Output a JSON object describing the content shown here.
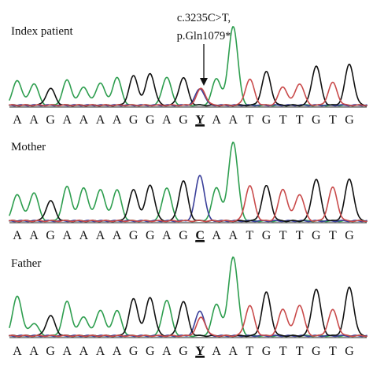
{
  "colors": {
    "A": "#2e9e4f",
    "C": "#3a3f9a",
    "G": "#111111",
    "T": "#c94b4b"
  },
  "annotation": {
    "line1": "c.3235C>T,",
    "line2": "p.Gln1079*"
  },
  "panels": [
    {
      "name": "index",
      "label": "Index patient",
      "bases": [
        "A",
        "A",
        "G",
        "A",
        "A",
        "A",
        "A",
        "G",
        "G",
        "A",
        "G",
        "Y",
        "A",
        "A",
        "T",
        "G",
        "T",
        "T",
        "G",
        "T",
        "G"
      ],
      "variant_index": 11,
      "heights": [
        0.3,
        0.26,
        0.2,
        0.3,
        0.22,
        0.27,
        0.33,
        0.35,
        0.38,
        0.34,
        0.33,
        0.2,
        0.32,
        0.95,
        0.31,
        0.4,
        0.22,
        0.26,
        0.47,
        0.27,
        0.49
      ],
      "het_second": "T",
      "het_height": 0.2
    },
    {
      "name": "mother",
      "label": "Mother",
      "bases": [
        "A",
        "A",
        "G",
        "A",
        "A",
        "A",
        "A",
        "G",
        "G",
        "A",
        "G",
        "C",
        "A",
        "A",
        "T",
        "G",
        "T",
        "T",
        "G",
        "T",
        "G"
      ],
      "variant_index": 11,
      "heights": [
        0.32,
        0.34,
        0.24,
        0.41,
        0.4,
        0.38,
        0.37,
        0.37,
        0.43,
        0.4,
        0.48,
        0.55,
        0.4,
        0.95,
        0.42,
        0.42,
        0.38,
        0.32,
        0.5,
        0.4,
        0.5
      ]
    },
    {
      "name": "father",
      "label": "Father",
      "bases": [
        "A",
        "A",
        "G",
        "A",
        "A",
        "A",
        "A",
        "G",
        "G",
        "A",
        "G",
        "Y",
        "A",
        "A",
        "T",
        "G",
        "T",
        "T",
        "G",
        "T",
        "G"
      ],
      "variant_index": 11,
      "heights": [
        0.48,
        0.15,
        0.24,
        0.41,
        0.23,
        0.31,
        0.3,
        0.44,
        0.46,
        0.43,
        0.41,
        0.3,
        0.38,
        0.95,
        0.36,
        0.52,
        0.32,
        0.37,
        0.56,
        0.31,
        0.58
      ],
      "het_second": "T",
      "het_height": 0.22
    }
  ]
}
